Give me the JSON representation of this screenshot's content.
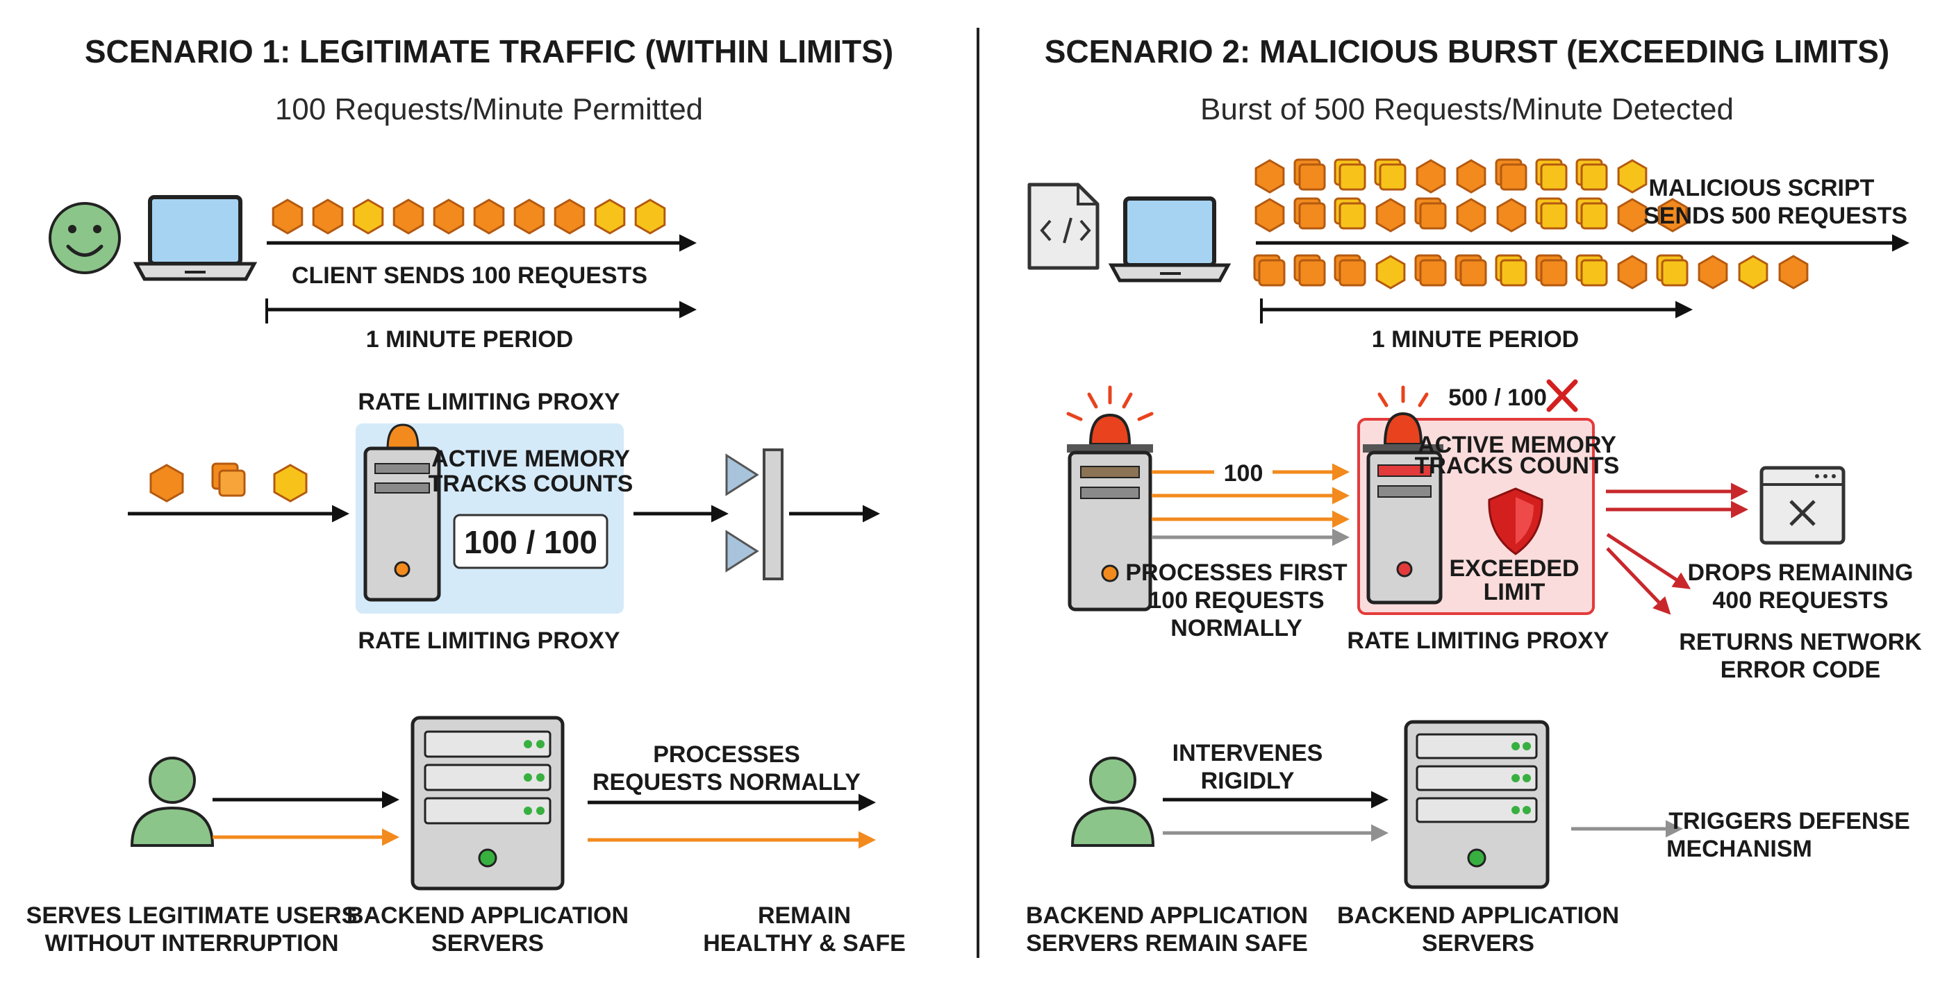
{
  "colors": {
    "hex_orange": "#f28a1e",
    "hex_yellow": "#f7c31a",
    "hex_stroke": "#b45a10",
    "arrow_orange": "#f28a1e",
    "arrow_red": "#c8282c",
    "arrow_gray": "#909090",
    "user_green": "#8cc58a",
    "proxy_blue": "#d5eaf8",
    "proxy_red": "#fbdcdc"
  },
  "scenario1": {
    "title": "SCENARIO 1: LEGITIMATE TRAFFIC (WITHIN LIMITS)",
    "subtitle": "100 Requests/Minute Permitted",
    "client_sends": "CLIENT SENDS 100 REQUESTS",
    "period": "1 MINUTE PERIOD",
    "proxy_label_top": "RATE LIMITING PROXY",
    "memory_line1": "ACTIVE MEMORY",
    "memory_line2": "TRACKS COUNTS",
    "counter": "100 / 100",
    "proxy_label_bottom": "RATE LIMITING PROXY",
    "processes_line1": "PROCESSES",
    "processes_line2": "REQUESTS NORMALLY",
    "serves_line1": "SERVES LEGITIMATE USERS",
    "serves_line2": "WITHOUT INTERRUPTION",
    "backend_line1": "BACKEND APPLICATION",
    "backend_line2": "SERVERS",
    "remain_line1": "REMAIN",
    "remain_line2": "HEALTHY & SAFE"
  },
  "scenario2": {
    "title": "SCENARIO 2: MALICIOUS BURST (EXCEEDING LIMITS)",
    "subtitle": "Burst of 500 Requests/Minute Detected",
    "script_line1": "MALICIOUS SCRIPT",
    "script_line2": "SENDS 500 REQUESTS",
    "period": "1 MINUTE PERIOD",
    "count_label": "500 / 100",
    "arrow_count": "100",
    "memory_line1": "ACTIVE MEMORY",
    "memory_line2": "TRACKS COUNTS",
    "exceeded_line1": "EXCEEDED",
    "exceeded_line2": "LIMIT",
    "processes_line1": "PROCESSES FIRST",
    "processes_line2": "100 REQUESTS",
    "processes_line3": "NORMALLY",
    "proxy_label": "RATE LIMITING PROXY",
    "drops_line1": "DROPS REMAINING",
    "drops_line2": "400 REQUESTS",
    "returns_line1": "RETURNS NETWORK",
    "returns_line2": "ERROR CODE",
    "intervenes_line1": "INTERVENES",
    "intervenes_line2": "RIGIDLY",
    "triggers_line1": "TRIGGERS DEFENSE",
    "triggers_line2": "MECHANISM",
    "safe_line1": "BACKEND APPLICATION",
    "safe_line2": "SERVERS REMAIN SAFE",
    "backend_line1": "BACKEND APPLICATION",
    "backend_line2": "SERVERS"
  },
  "icons": {
    "user_face": "smiley-face-icon",
    "laptop": "laptop-icon",
    "server": "server-icon",
    "rack": "server-rack-icon",
    "user": "user-icon",
    "script": "code-file-icon",
    "siren": "siren-icon",
    "shield": "shield-icon",
    "error_window": "error-window-icon",
    "cross": "red-x-icon",
    "barrier": "barrier-gate-icon"
  }
}
